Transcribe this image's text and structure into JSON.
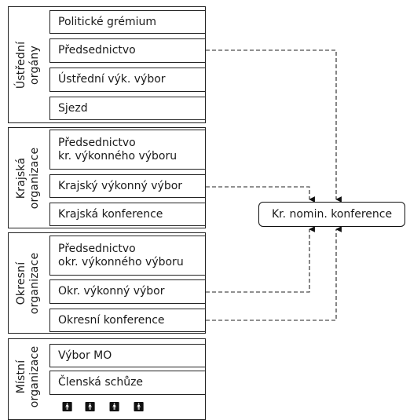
{
  "groups": [
    {
      "label_lines": [
        "Ústřední",
        "orgány"
      ],
      "boxes": [
        [
          "Politické grémium"
        ],
        [
          "Předsednictvo"
        ],
        [
          "Ústřední výk. výbor"
        ],
        [
          "Sjezd"
        ]
      ]
    },
    {
      "label_lines": [
        "Krajská",
        "organizace"
      ],
      "boxes": [
        [
          "Předsednictvo",
          "kr. výkonného výboru"
        ],
        [
          "Krajský výkonný výbor"
        ],
        [
          "Krajská konference"
        ]
      ]
    },
    {
      "label_lines": [
        "Okresní",
        "organizace"
      ],
      "boxes": [
        [
          "Předsednictvo",
          "okr. výkonného výboru"
        ],
        [
          "Okr. výkonný výbor"
        ],
        [
          "Okresní konference"
        ]
      ]
    },
    {
      "label_lines": [
        "Místní",
        "organizace"
      ],
      "boxes": [
        [
          "Výbor MO"
        ],
        [
          "Členská schůze"
        ]
      ]
    }
  ],
  "target": {
    "label": "Kr. nomin. konference"
  },
  "members": {
    "icon": "person-icon",
    "count": 4
  },
  "connections": [
    {
      "from": "Předsednictvo",
      "to": "Kr. nomin. konference"
    },
    {
      "from": "Krajský výkonný výbor",
      "to": "Kr. nomin. konference"
    },
    {
      "from": "Okr. výkonný výbor",
      "to": "Kr. nomin. konference"
    },
    {
      "from": "Okresní konference",
      "to": "Kr. nomin. konference"
    }
  ]
}
